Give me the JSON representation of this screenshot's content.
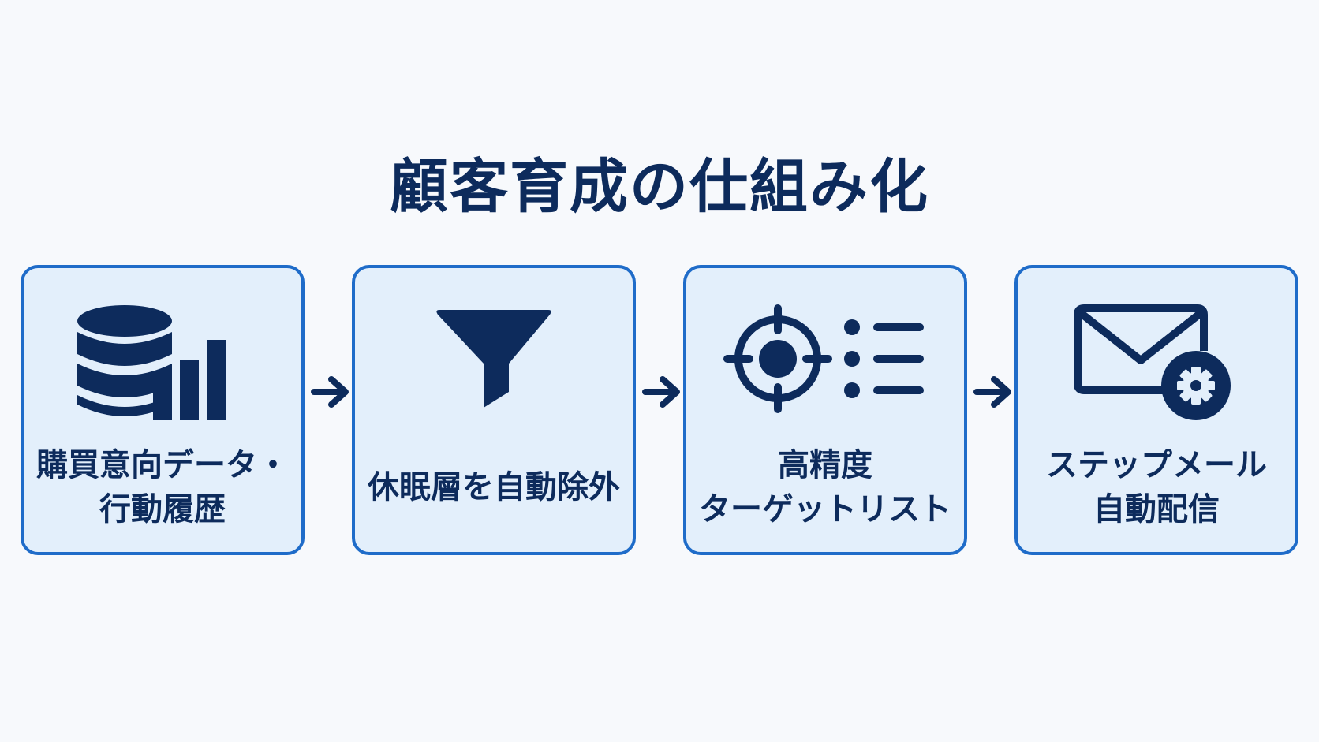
{
  "title": "顧客育成の仕組み化",
  "colors": {
    "background": "#f7f9fc",
    "card_fill": "#e3effb",
    "card_border": "#1f6cc9",
    "ink": "#0d2b5c"
  },
  "steps": [
    {
      "icon": "database-chart-icon",
      "lines": [
        "購買意向データ・",
        "行動履歴"
      ]
    },
    {
      "icon": "funnel-icon",
      "lines": [
        "休眠層を自動除外"
      ]
    },
    {
      "icon": "target-list-icon",
      "lines": [
        "高精度",
        "ターゲットリスト"
      ]
    },
    {
      "icon": "mail-gear-icon",
      "lines": [
        "ステップメール",
        "自動配信"
      ]
    }
  ],
  "arrows": [
    "arrow-right-icon",
    "arrow-right-icon",
    "arrow-right-icon"
  ]
}
